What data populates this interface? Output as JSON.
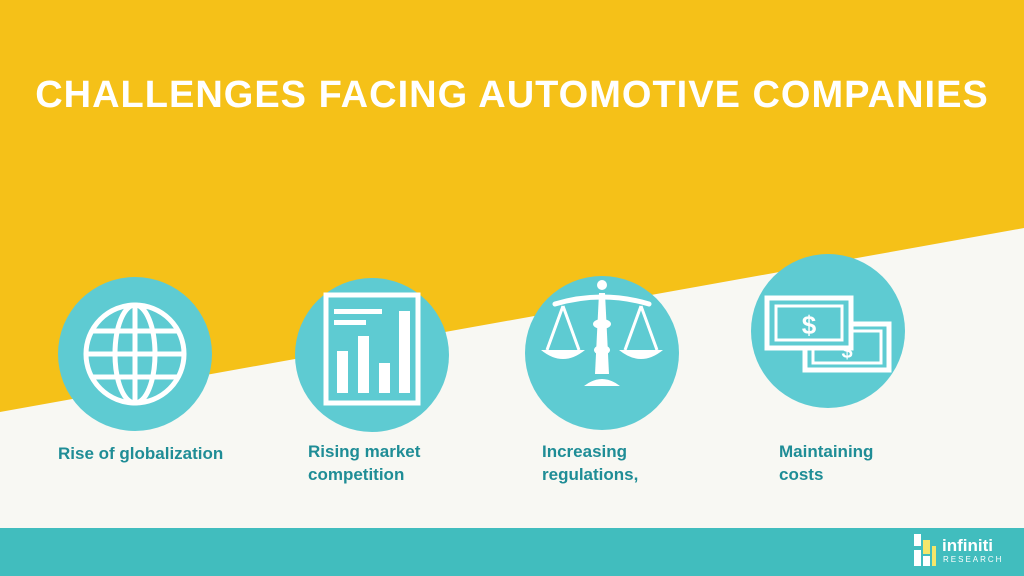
{
  "title": "CHALLENGES FACING AUTOMOTIVE COMPANIES",
  "colors": {
    "yellow": "#f5c118",
    "cream": "#f8f8f3",
    "circle": "#5ecbd2",
    "label": "#1f8d96",
    "footer": "#41bdbe"
  },
  "items": [
    {
      "icon": "globe-icon",
      "label_line1": "Rise of globalization",
      "label_line2": ""
    },
    {
      "icon": "bar-chart-icon",
      "label_line1": "Rising market",
      "label_line2": "competition"
    },
    {
      "icon": "scales-icon",
      "label_line1": "Increasing",
      "label_line2": "regulations,"
    },
    {
      "icon": "money-icon",
      "label_line1": "Maintaining",
      "label_line2": "costs"
    }
  ],
  "logo": {
    "word": "infiniti",
    "sub": "RESEARCH"
  }
}
